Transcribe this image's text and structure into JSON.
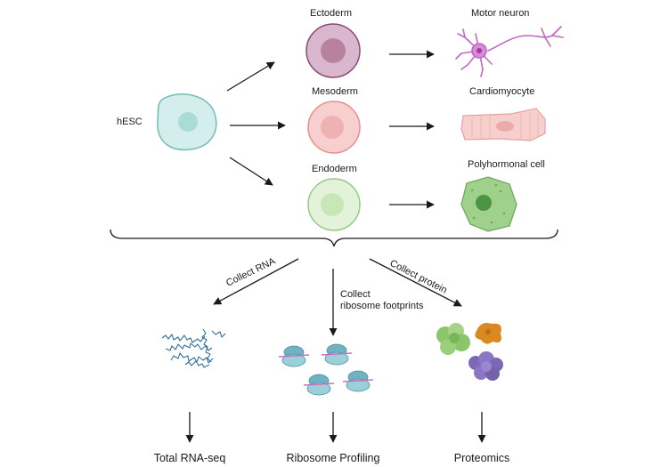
{
  "stem_cell": {
    "label": "hESC"
  },
  "germ_layers": [
    {
      "name": "Ectoderm",
      "outcome": "Motor neuron",
      "fill": "#d9b8cf",
      "stroke": "#8a4a73",
      "nucleus": "#b8829f"
    },
    {
      "name": "Mesoderm",
      "outcome": "Cardiomyocyte",
      "fill": "#f7cfcf",
      "stroke": "#e58f8f",
      "nucleus": "#efb1b1"
    },
    {
      "name": "Endoderm",
      "outcome": "Polyhormonal cell",
      "fill": "#e3f3da",
      "stroke": "#94c985",
      "nucleus": "#c9e6b9"
    }
  ],
  "collection_steps": [
    {
      "label": "Collect RNA",
      "icon": "rna-strands-icon"
    },
    {
      "label": "Collect",
      "label_line2": "ribosome footprints",
      "icon": "ribosome-icon"
    },
    {
      "label": "Collect protein",
      "icon": "protein-icon"
    }
  ],
  "assays": [
    "Total RNA-seq",
    "Ribosome Profiling",
    "Proteomics"
  ],
  "colors": {
    "hesc_fill": "#d3eeec",
    "hesc_stroke": "#73bdb6",
    "hesc_nucleus": "#a9dcd7",
    "neuron": "#c266c2",
    "cardiomyocyte": "#f2b8b6",
    "polyhormonal": "#8fc77c",
    "rna": "#2f6f9c",
    "ribosome": "#6fb3c2",
    "mrna": "#c86fc2",
    "protein_green": "#8cc66a",
    "protein_orange": "#d9891f",
    "protein_purple": "#7d68b8"
  }
}
